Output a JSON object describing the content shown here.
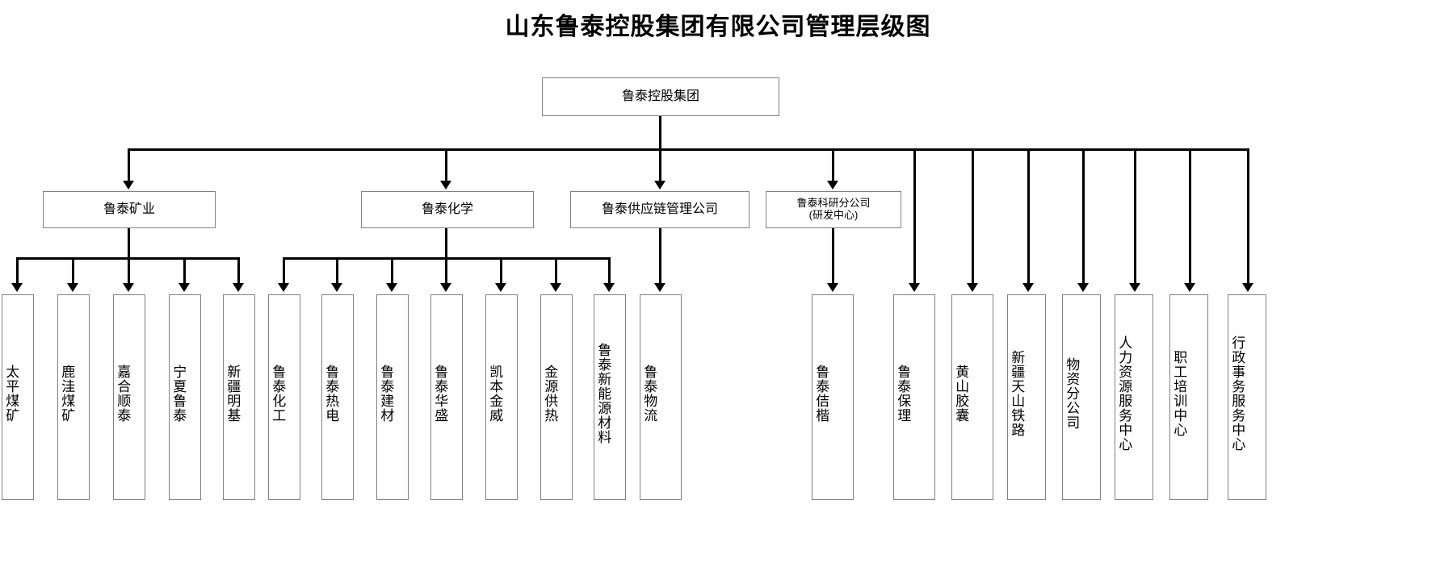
{
  "title": "山东鲁泰控股集团有限公司管理层级图",
  "root": {
    "label": "鲁泰控股集团"
  },
  "level2": [
    {
      "label": "鲁泰矿业"
    },
    {
      "label": "鲁泰化学"
    },
    {
      "label": "鲁泰供应链管理公司"
    },
    {
      "label": "鲁泰科研分公司",
      "label2": "(研发中心)"
    }
  ],
  "mining_children": [
    {
      "label": "太平煤矿"
    },
    {
      "label": "鹿洼煤矿"
    },
    {
      "label": "嘉合顺泰"
    },
    {
      "label": "宁夏鲁泰"
    },
    {
      "label": "新疆明基"
    }
  ],
  "chemical_children": [
    {
      "label": "鲁泰化工"
    },
    {
      "label": "鲁泰热电"
    },
    {
      "label": "鲁泰建材"
    },
    {
      "label": "鲁泰华盛"
    },
    {
      "label": "凯本金威"
    },
    {
      "label": "金源供热"
    },
    {
      "label": "鲁泰新能源材料"
    }
  ],
  "supplychain_children": [
    {
      "label": "鲁泰物流"
    }
  ],
  "group_direct_children": [
    {
      "label": "鲁泰佶楷"
    },
    {
      "label": "鲁泰保理"
    },
    {
      "label": "黄山胶囊"
    },
    {
      "label": "新疆天山铁路"
    },
    {
      "label": "物资分公司"
    },
    {
      "label": "人力资源服务中心"
    },
    {
      "label": "职工培训中心"
    },
    {
      "label": "行政事务服务中心"
    }
  ],
  "style": {
    "box_border_color": "#808080",
    "connector_color": "#000000",
    "background": "#ffffff",
    "text_color": "#000000"
  }
}
